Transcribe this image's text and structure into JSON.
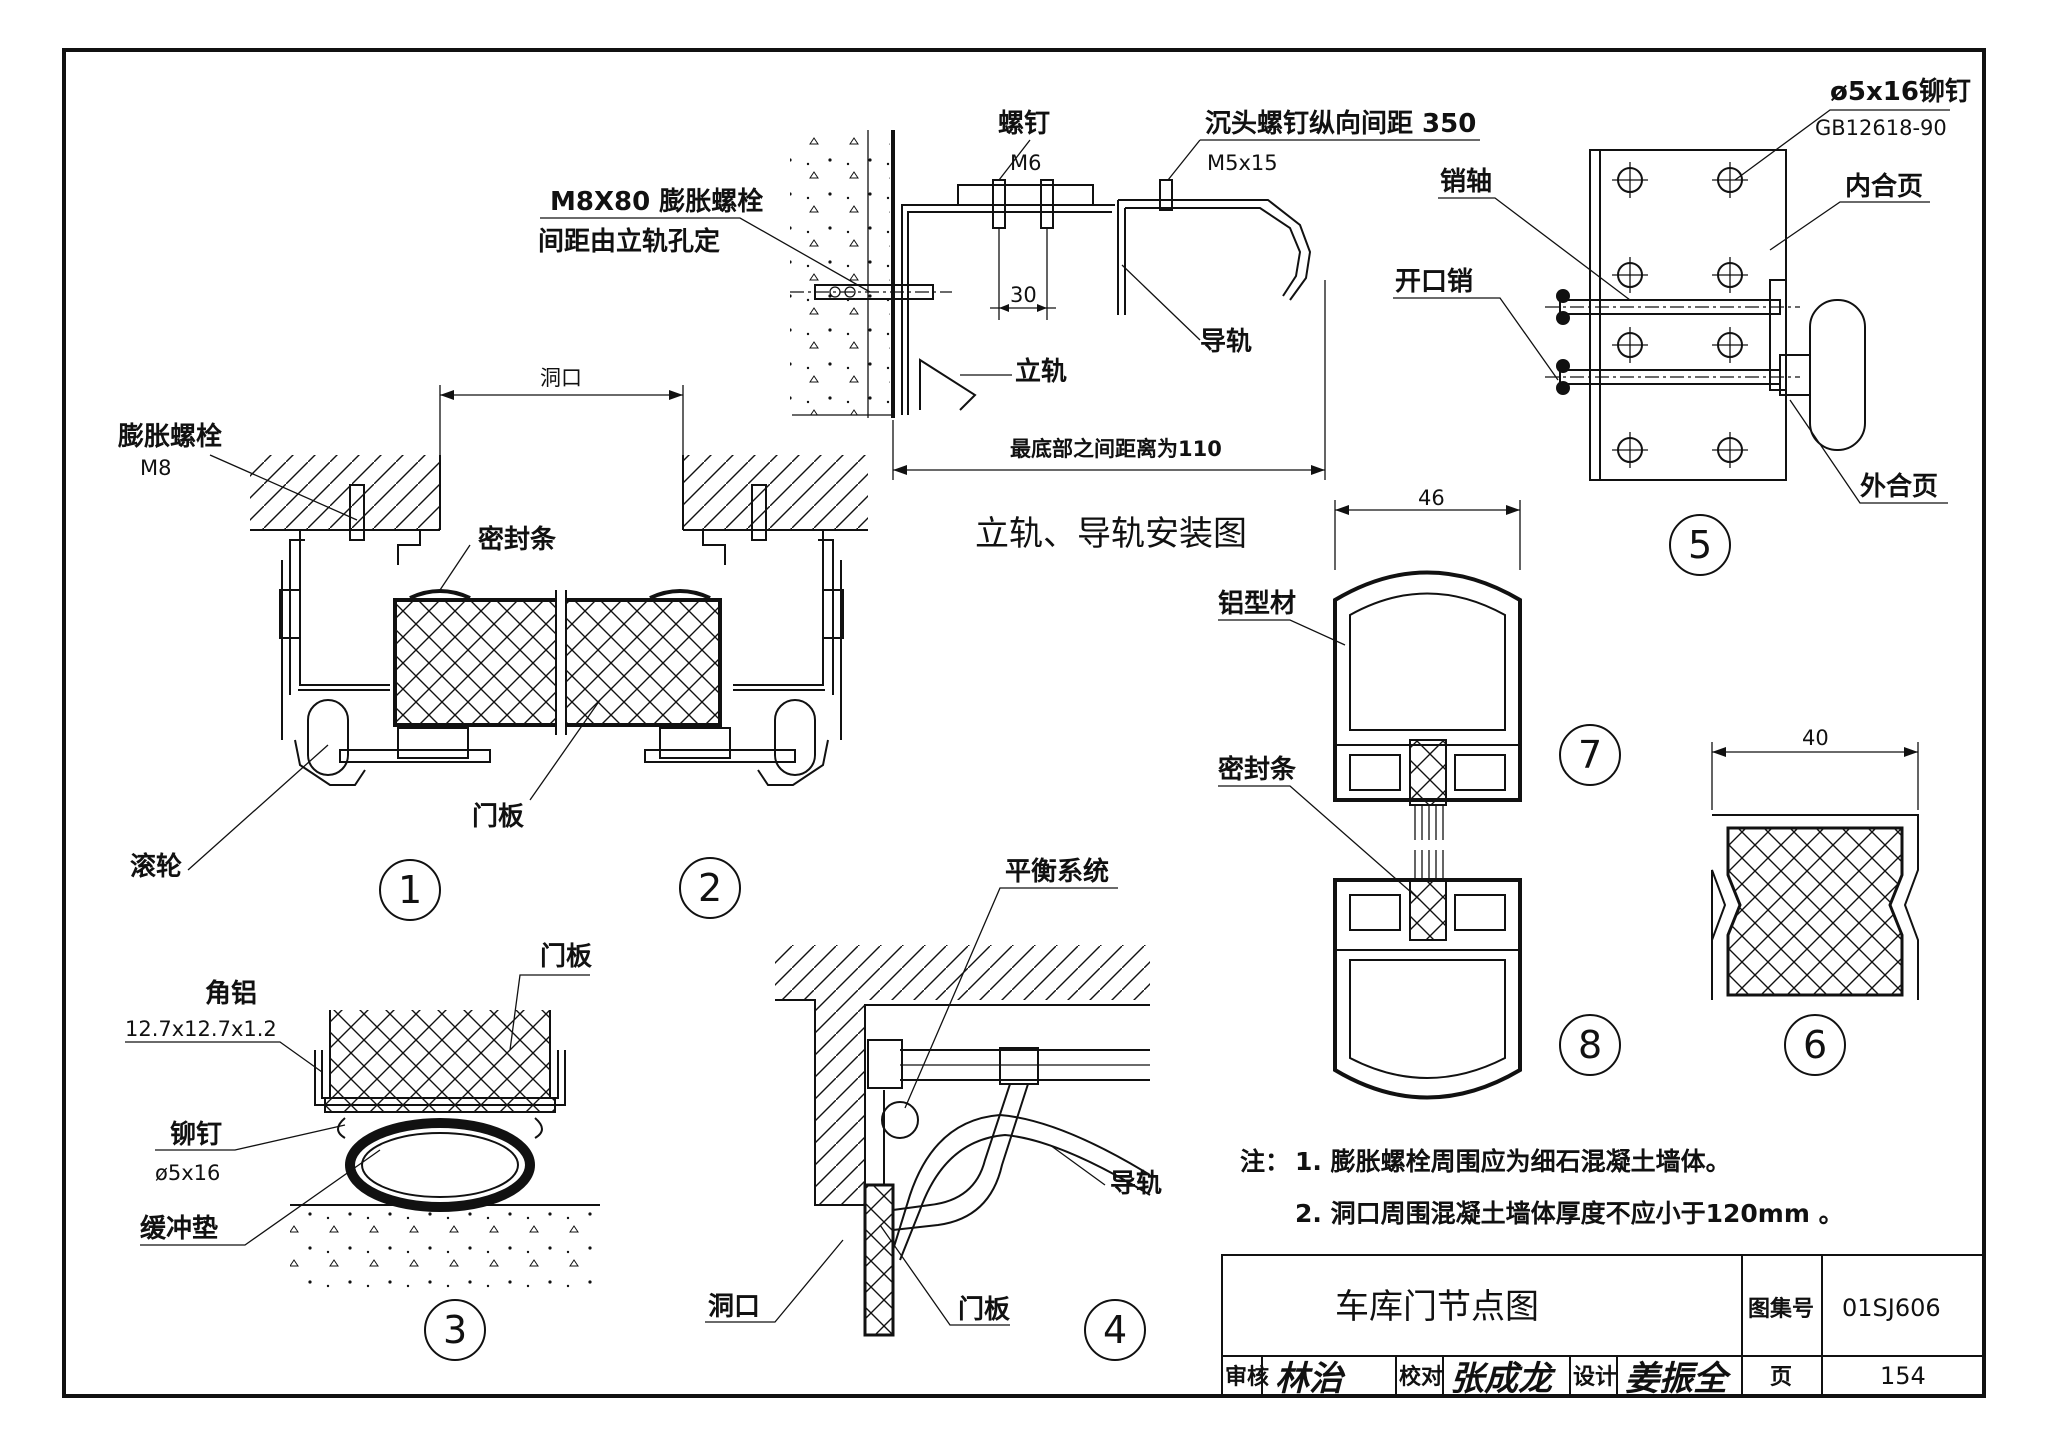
{
  "install_diagram": {
    "title": "立轨、导轨安装图",
    "label_screw": "螺钉",
    "label_m6": "M6",
    "label_countersunk": "沉头螺钉纵向间距 350",
    "label_m5": "M5x15",
    "label_bolt_line1": "M8X80 膨胀螺栓",
    "label_bolt_line2": "间距由立轨孔定",
    "dim_30": "30",
    "label_guide": "导轨",
    "label_vertical_rail": "立轨",
    "dim_bottom": "最底部之间距离为110"
  },
  "detail_1_2": {
    "dim_opening": "洞口",
    "label_bolt": "膨胀螺栓",
    "label_bolt_size": "M8",
    "label_seal": "密封条",
    "label_roller": "滚轮",
    "label_panel": "门板",
    "num_1": "1",
    "num_2": "2"
  },
  "detail_3": {
    "label_panel": "门板",
    "label_angle": "角铝",
    "label_angle_size": "12.7x12.7x1.2",
    "label_rivet": "铆钉",
    "label_rivet_size": "ø5x16",
    "label_cushion": "缓冲垫",
    "num": "3"
  },
  "detail_4": {
    "label_balance": "平衡系统",
    "label_guide": "导轨",
    "label_opening": "洞口",
    "label_panel": "门板",
    "num": "4"
  },
  "detail_5": {
    "label_rivet": "ø5x16铆钉",
    "label_standard": "GB12618-90",
    "label_pin_shaft": "销轴",
    "label_inner_hinge": "内合页",
    "label_cotter_pin": "开口销",
    "label_outer_hinge": "外合页",
    "num": "5"
  },
  "detail_7_8": {
    "dim_46": "46",
    "label_aluminum": "铝型材",
    "label_seal": "密封条",
    "num_7": "7",
    "num_8": "8"
  },
  "detail_6": {
    "dim_40": "40",
    "num": "6"
  },
  "notes": {
    "prefix": "注：",
    "note_1": "1. 膨胀螺栓周围应为细石混凝土墙体。",
    "note_2": "2. 洞口周围混凝土墙体厚度不应小于120mm 。"
  },
  "title_block": {
    "drawing_title": "车库门节点图",
    "atlas_label": "图集号",
    "atlas_value": "01SJ606",
    "review_label": "审核",
    "review_signature": "林治",
    "check_label": "校对",
    "check_signature": "张成龙",
    "design_label": "设计",
    "design_signature": "姜振全",
    "page_label": "页",
    "page_value": "154"
  }
}
